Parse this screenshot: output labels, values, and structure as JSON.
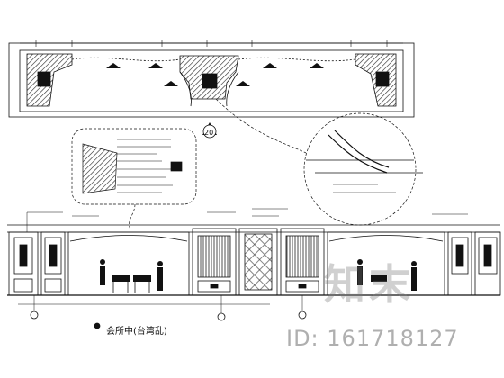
{
  "drawing": {
    "elevation_caption": "会所中(台湾乱)",
    "detail_marker": "20"
  },
  "watermark": {
    "logo_text": "知末",
    "id_text": "ID: 161718127"
  },
  "colors": {
    "line": "#111111",
    "hatch": "#333333",
    "watermark": "#8a8a8a"
  }
}
